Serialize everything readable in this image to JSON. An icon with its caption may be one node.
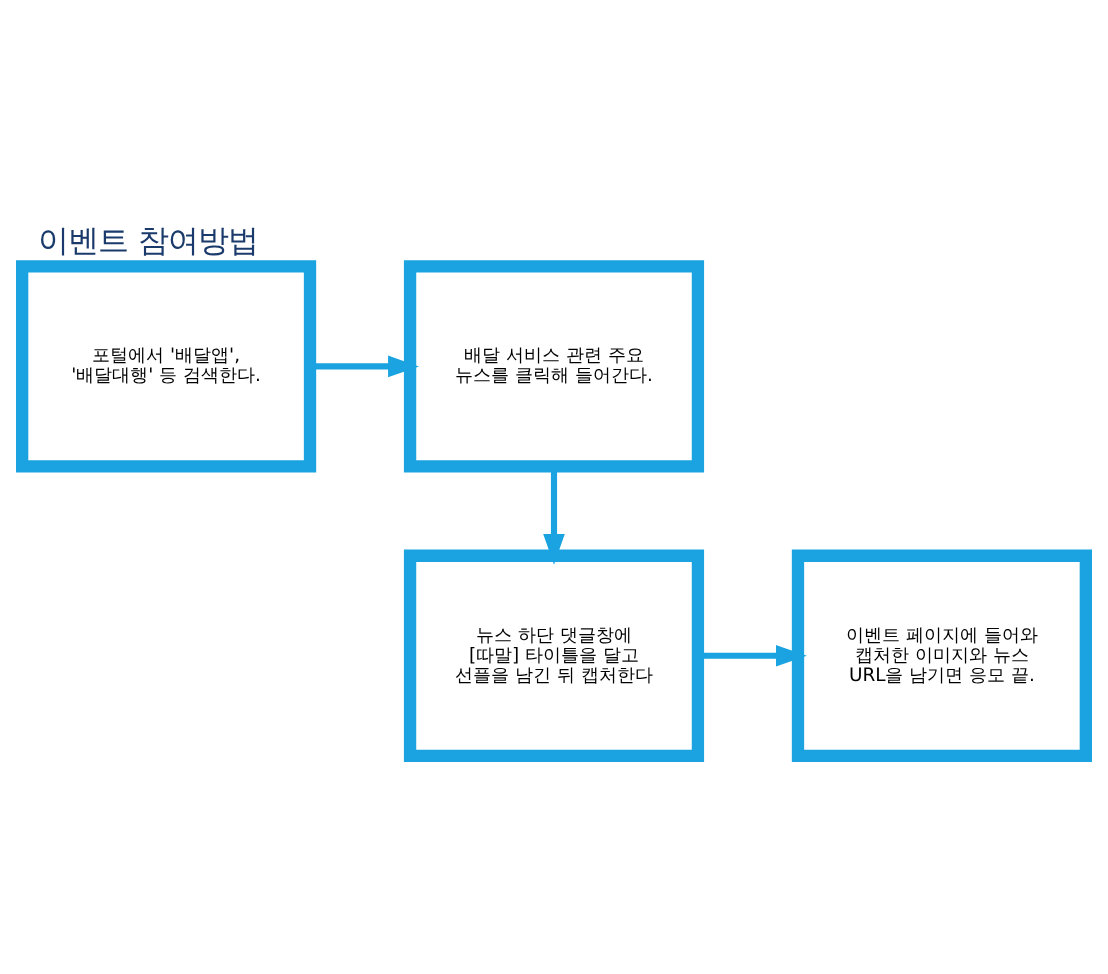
{
  "diagram": {
    "title": "이벤트 참여방법",
    "nodes": [
      {
        "text": [
          "포털에서 '배달앱', '배달대행' 등 검색한다."
        ]
      },
      {
        "text": [
          "배달 서비스 관련 주요 뉴스를 클릭해 들어간다."
        ]
      },
      {
        "text": [
          "이벤트 페이지에 들어와 캡처한 이미지와 뉴스 URL을 남기면 응모 끝."
        ]
      },
      {
        "text": [
          "뉴스 하단 댓글창에 [따말] 타이틀을 달고 선플을 남긴 뒤 캡처한다"
        ]
      }
    ],
    "edges": [
      {
        "from": 0,
        "to": 1,
        "arrow": "to"
      },
      {
        "from": 1,
        "to": 3,
        "arrow": "to"
      },
      {
        "from": 3,
        "to": 2,
        "arrow": "to"
      }
    ]
  }
}
